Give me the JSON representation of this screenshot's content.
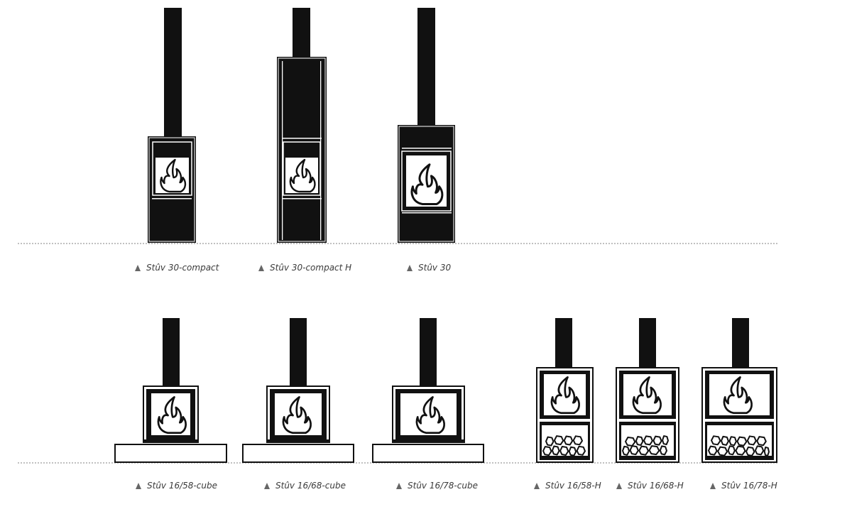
{
  "row1": {
    "stoves": [
      {
        "name": "Stûv 30-compact"
      },
      {
        "name": "Stûv 30-compact H"
      },
      {
        "name": "Stûv 30"
      }
    ]
  },
  "row2": {
    "stoves": [
      {
        "name": "Stûv 16/58-cube"
      },
      {
        "name": "Stûv 16/68-cube"
      },
      {
        "name": "Stûv 16/78-cube"
      },
      {
        "name": "Stûv 16/58-H"
      },
      {
        "name": "Stûv 16/68-H"
      },
      {
        "name": "Stûv 16/78-H"
      }
    ]
  },
  "colors": {
    "ink": "#111111",
    "floor_line": "#9a9a9a",
    "label": "#3a3a3a",
    "arrow": "#666666"
  },
  "icons": {
    "label_marker": "up-arrow-icon",
    "fire": "flame-icon",
    "logs": "log-stack-icon"
  }
}
